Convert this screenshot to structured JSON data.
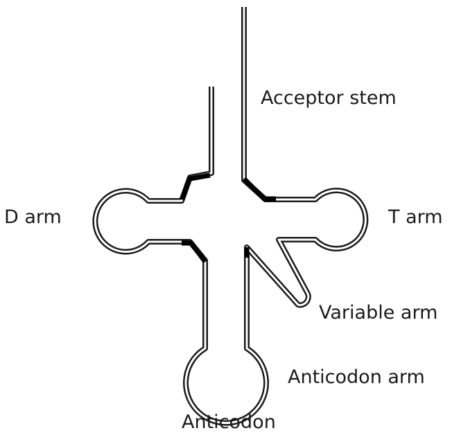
{
  "labels": {
    "acceptor_stem": "Acceptor stem",
    "d_arm": "D arm",
    "t_arm": "T arm",
    "variable_arm": "Variable arm",
    "anticodon_arm": "Anticodon arm",
    "anticodon": "Anticodon"
  },
  "colors": {
    "line": "#1a1a1a",
    "background": "#ffffff"
  }
}
